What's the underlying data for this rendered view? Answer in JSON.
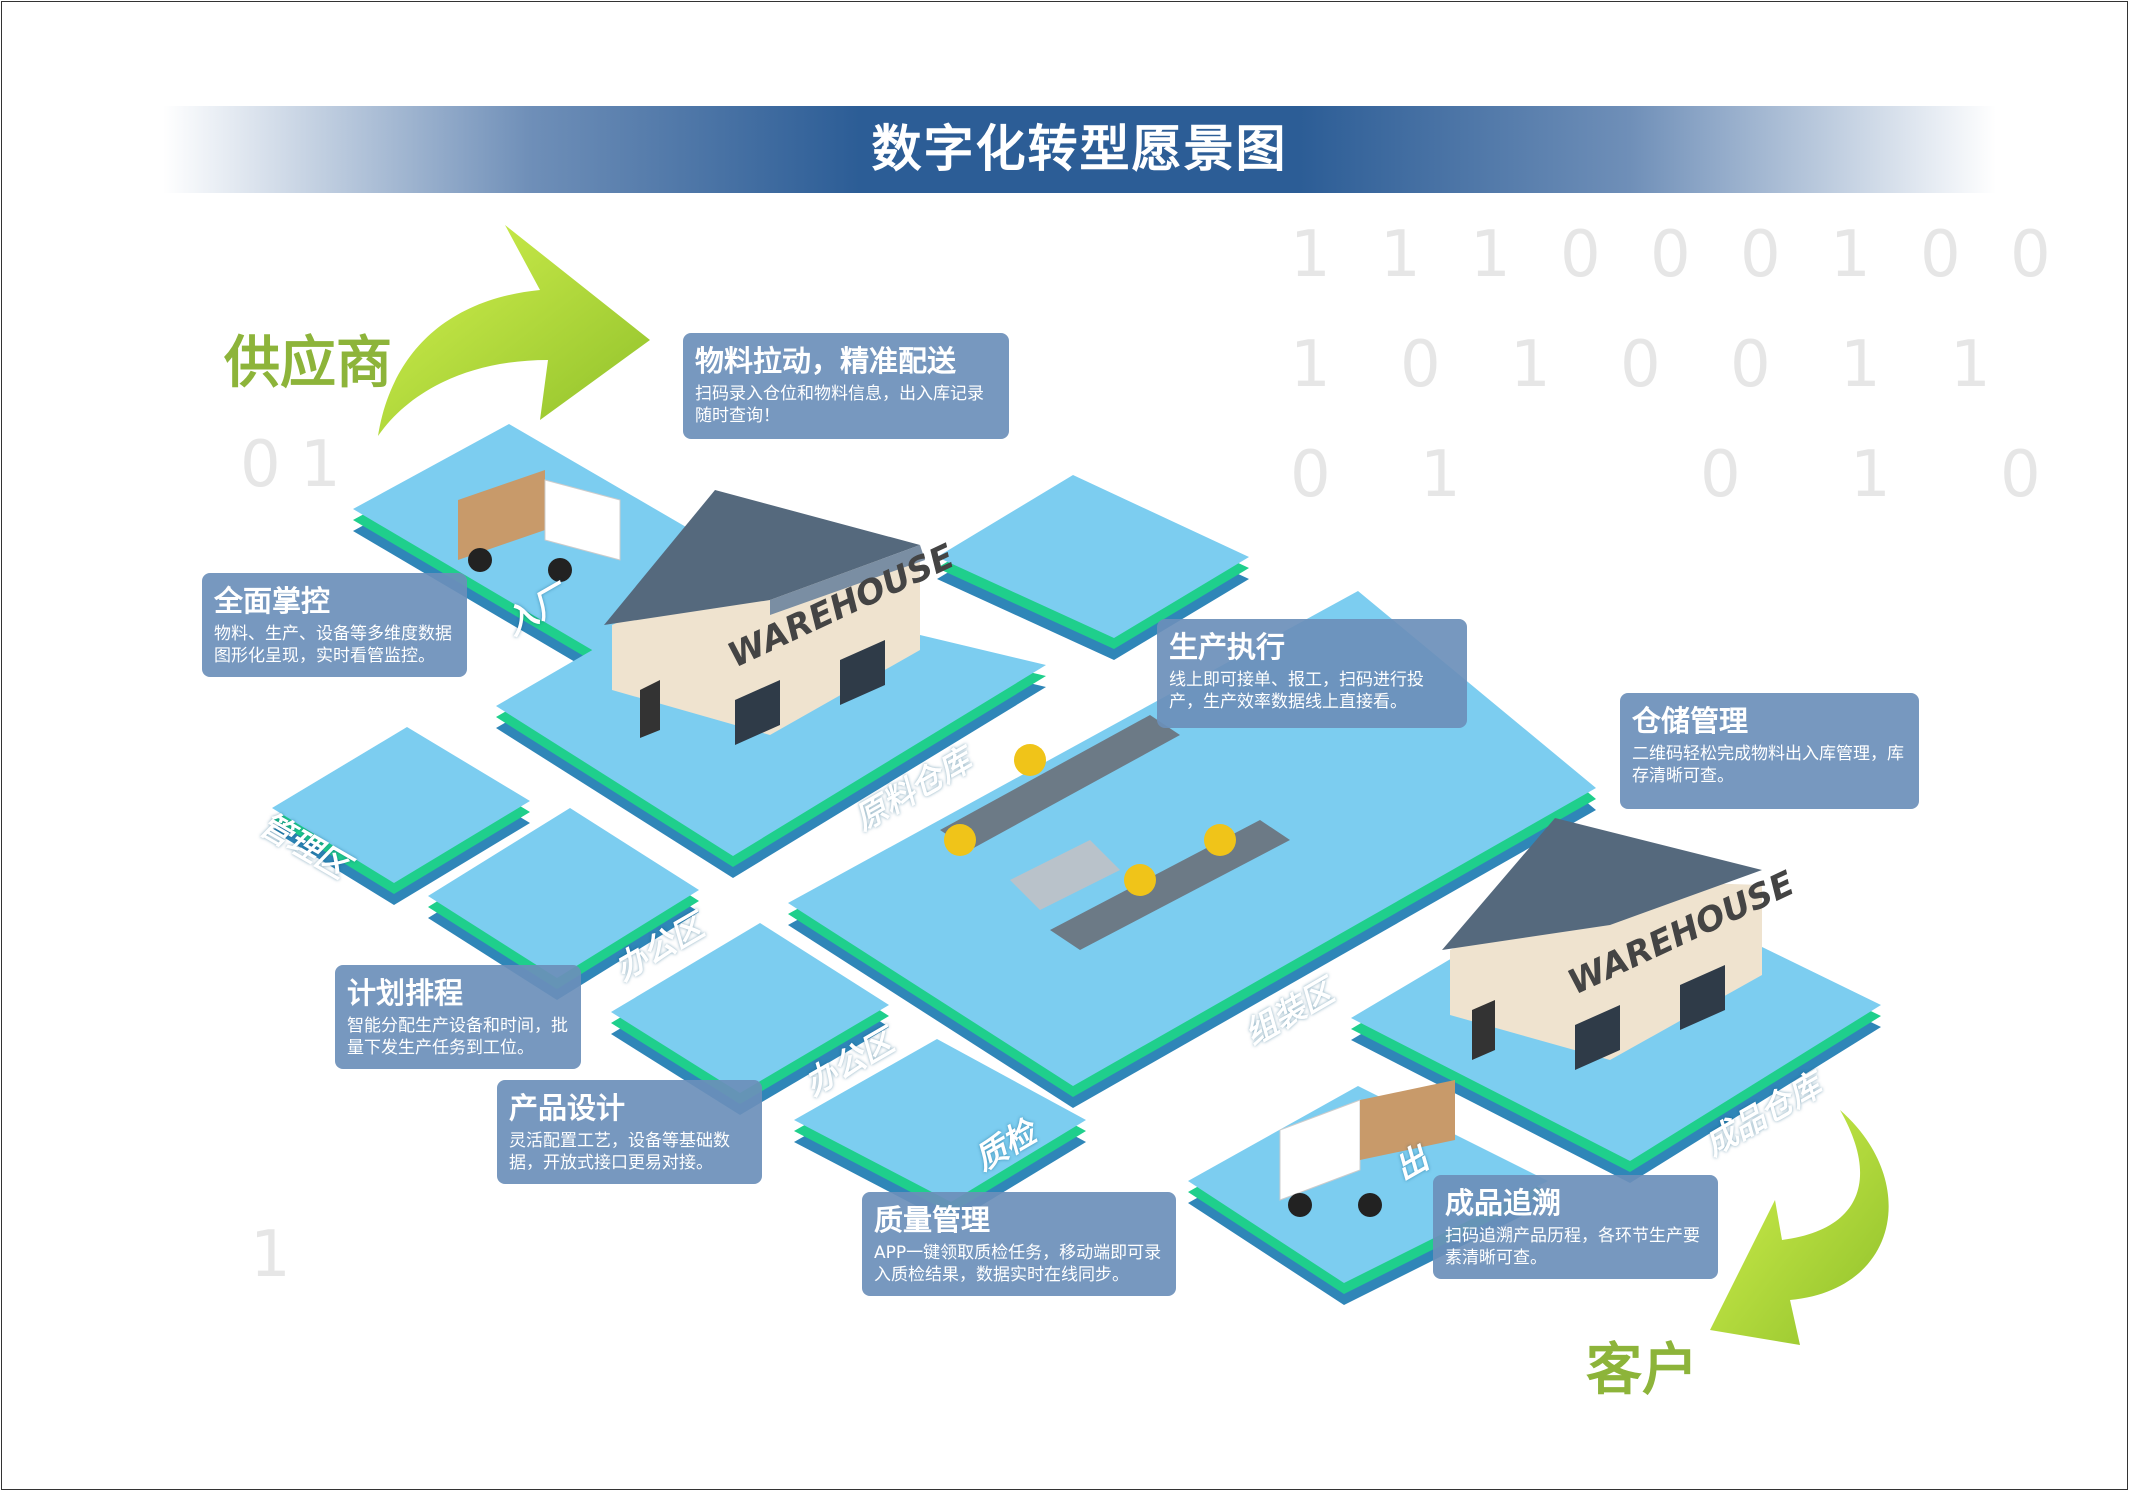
{
  "title": "数字化转型愿景图",
  "labels": {
    "supplier": "供应商",
    "customer": "客户"
  },
  "zones": {
    "entry": "入厂",
    "raw_warehouse": "原料仓库",
    "management": "管理区",
    "office1": "办公区",
    "office2": "办公区",
    "qc": "质检",
    "assembly": "组装区",
    "finished_warehouse": "成品仓库",
    "exit": "出"
  },
  "warehouse_sign": "WAREHOUSE",
  "callouts": {
    "material": {
      "title": "物料拉动，精准配送",
      "desc": "扫码录入仓位和物料信息，出入库记录随时查询！"
    },
    "control": {
      "title": "全面掌控",
      "desc": "物料、生产、设备等多维度数据图形化呈现，实时看管监控。"
    },
    "production": {
      "title": "生产执行",
      "desc": "线上即可接单、报工，扫码进行投产，生产效率数据线上直接看。"
    },
    "storage": {
      "title": "仓储管理",
      "desc": "二维码轻松完成物料出入库管理，库存清晰可查。"
    },
    "planning": {
      "title": "计划排程",
      "desc": "智能分配生产设备和时间，批量下发生产任务到工位。"
    },
    "design": {
      "title": "产品设计",
      "desc": "灵活配置工艺，设备等基础数据，开放式接口更易对接。"
    },
    "quality": {
      "title": "质量管理",
      "desc": "APP一键领取质检任务，移动端即可录入质检结果，数据实时在线同步。"
    },
    "trace": {
      "title": "成品追溯",
      "desc": "扫码追溯产品历程，各环节生产要素清晰可查。"
    }
  },
  "background_digits": [
    "1",
    "1",
    "1",
    "0",
    "0",
    "0",
    "1",
    "0",
    "0",
    "1",
    "0",
    "1",
    "0",
    "0",
    "1",
    "1",
    "0",
    "1",
    "0",
    "1",
    "0",
    "0",
    "1",
    "1"
  ],
  "colors": {
    "platform": "#7ccdf0",
    "edge_green": "#1fcf8c",
    "edge_blue": "#2f86b8",
    "arrow": "#b8e03c",
    "banner": "#2c5d96",
    "callout": "#6b8fba"
  }
}
